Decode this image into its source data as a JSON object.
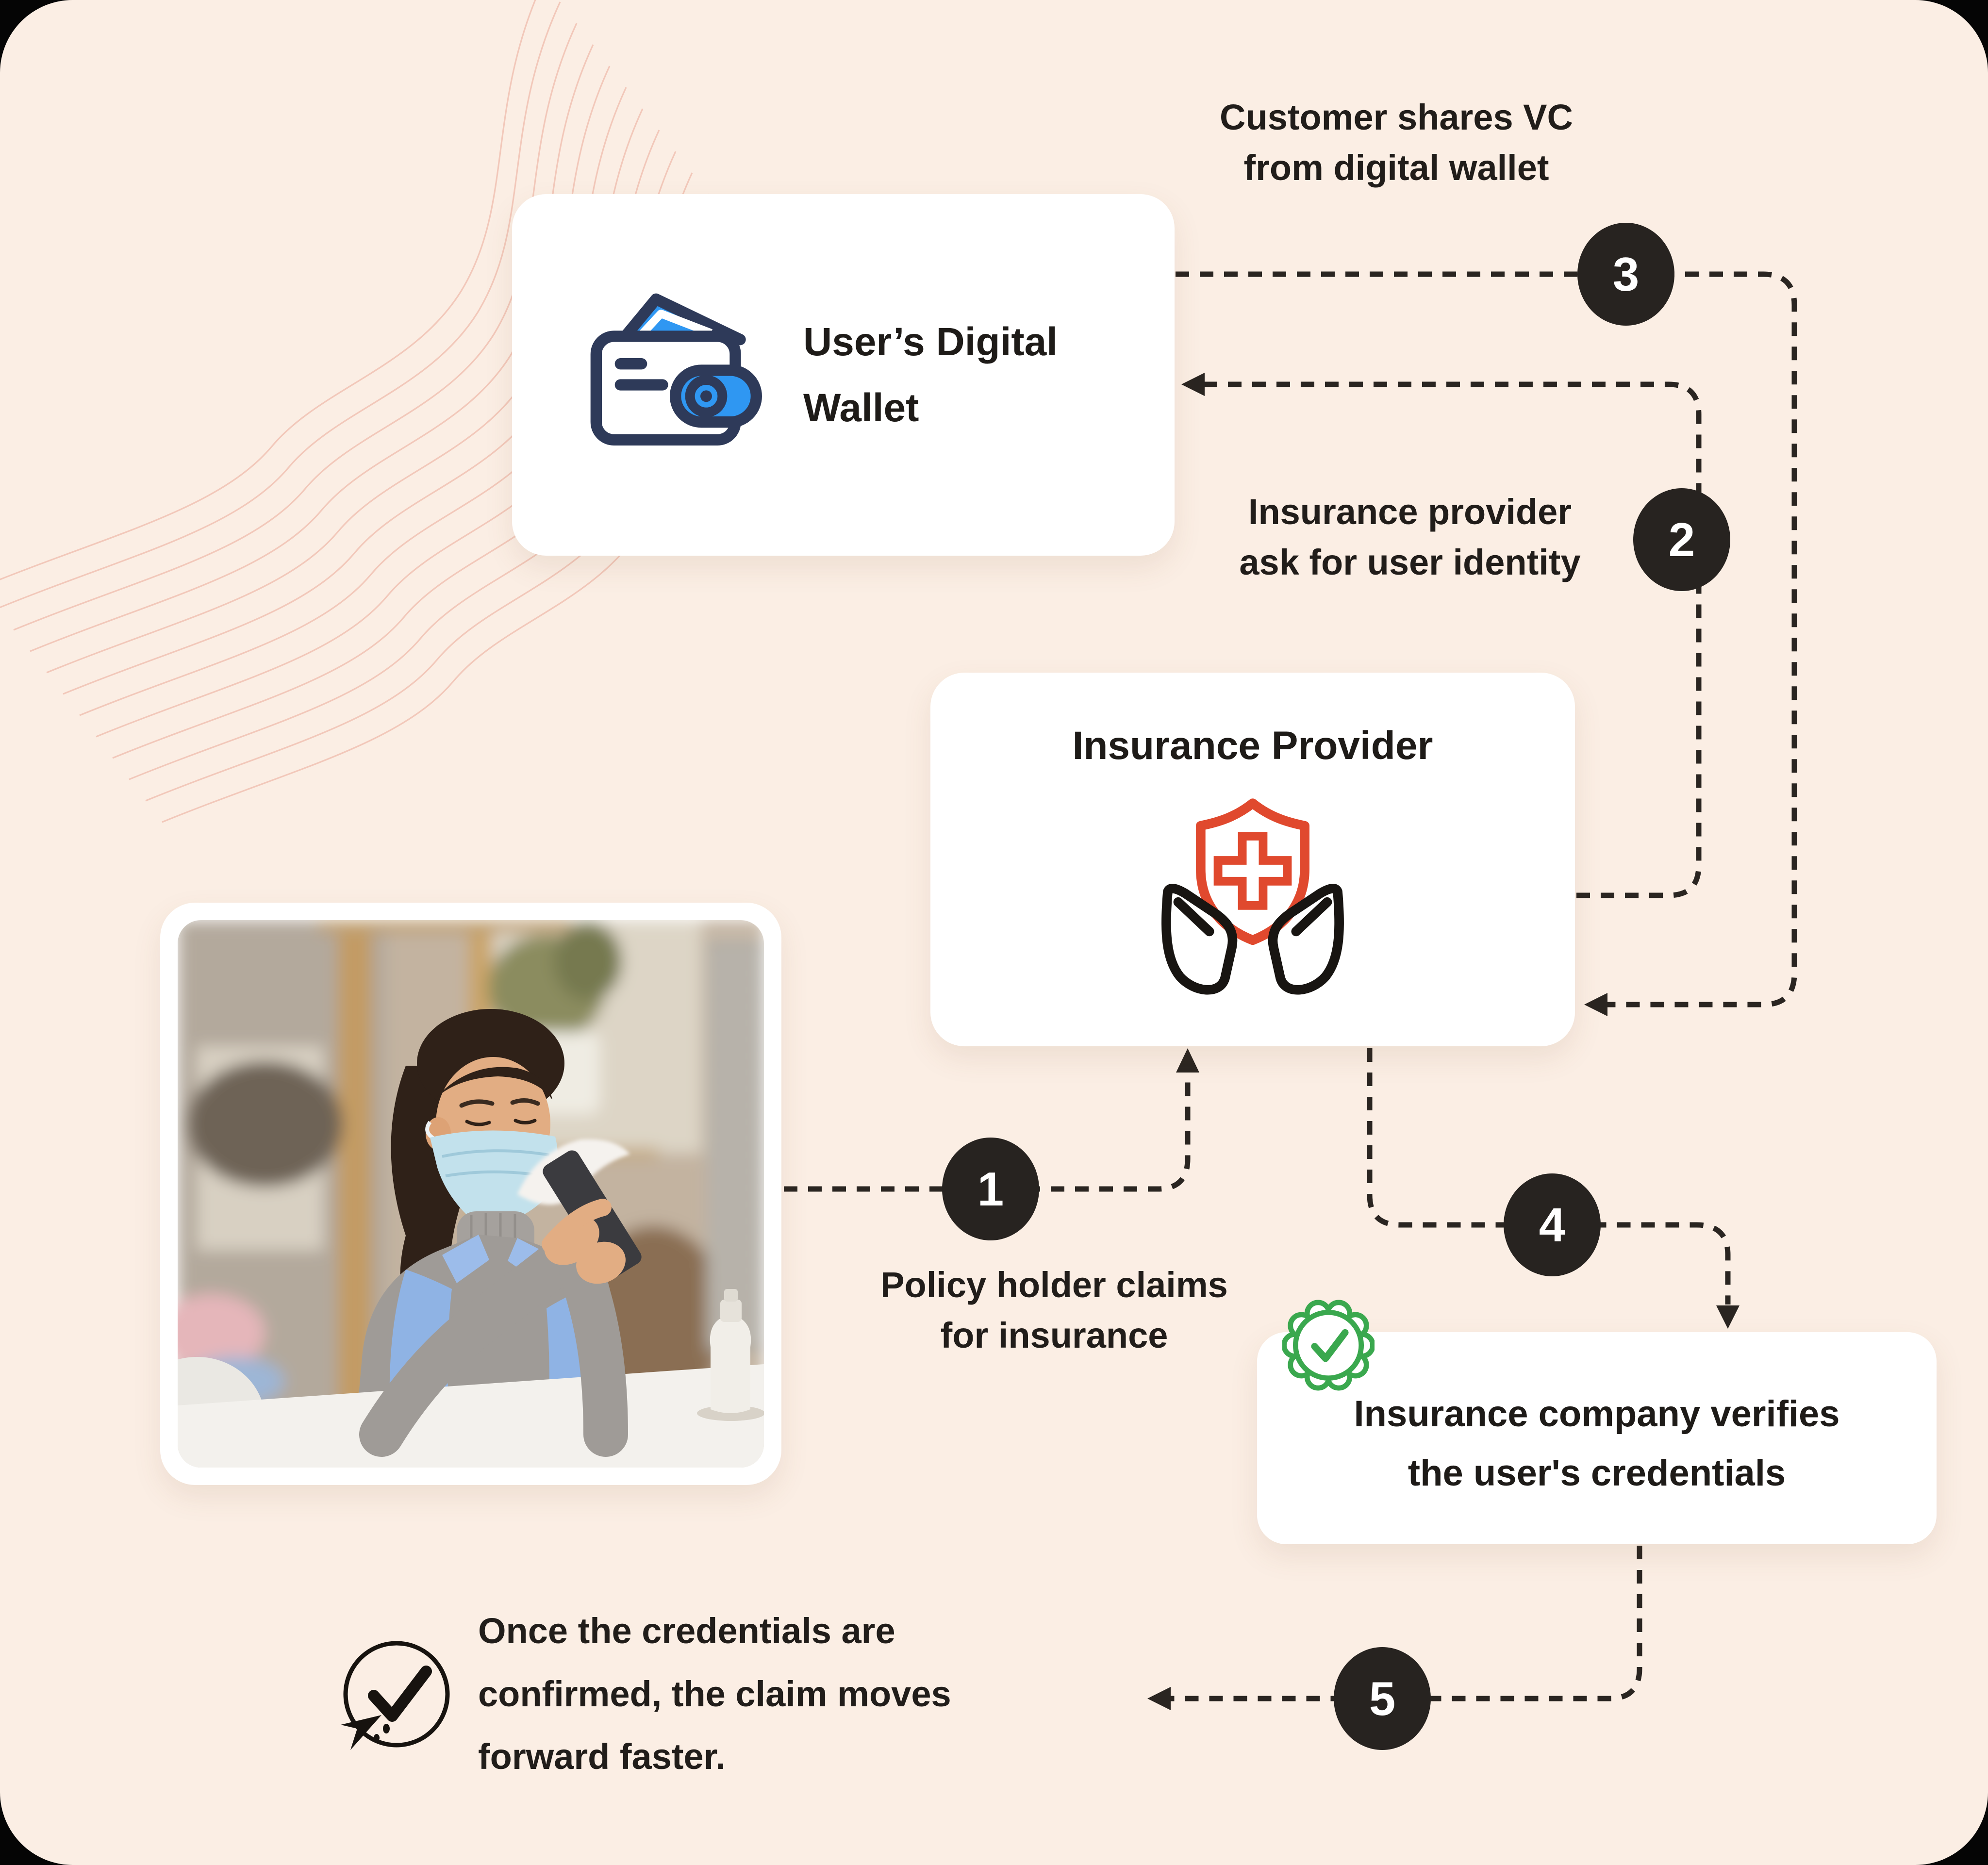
{
  "canvas": {
    "background_color": "#fbeee4",
    "outside_color": "#050505",
    "wave_color": "#f2c8ba",
    "dash_color": "#2a2521",
    "text_color": "#211d1a"
  },
  "wallet_card": {
    "title_lines": [
      "User’s Digital",
      "Wallet"
    ],
    "icon": "wallet-icon",
    "icon_outline_color": "#2e3a59",
    "icon_accent_color": "#2f97f2"
  },
  "provider_card": {
    "title": "Insurance Provider",
    "icon": "shield-hands-icon",
    "shield_color": "#e0492e",
    "hands_color": "#181512"
  },
  "verify_card": {
    "text_lines": [
      "Insurance company verifies",
      "the user's credentials"
    ],
    "icon": "verified-badge-icon",
    "badge_color": "#3aa84e"
  },
  "photo_card": {
    "description": "policy-holder-photo"
  },
  "steps": {
    "one": {
      "number": "1",
      "label_lines": [
        "Policy holder claims",
        "for insurance"
      ]
    },
    "two": {
      "number": "2",
      "label_lines": [
        "Insurance provider",
        "ask for user identity"
      ]
    },
    "three": {
      "number": "3",
      "label_lines": [
        "Customer shares VC",
        "from digital wallet"
      ]
    },
    "four": {
      "number": "4"
    },
    "five": {
      "number": "5",
      "label_lines": [
        "Once the credentials are",
        "confirmed, the claim moves",
        "forward faster."
      ]
    }
  },
  "step_circle_color": "#272320",
  "step_number_color": "#ffffff",
  "outcome_icon": "claim-approved-icon"
}
